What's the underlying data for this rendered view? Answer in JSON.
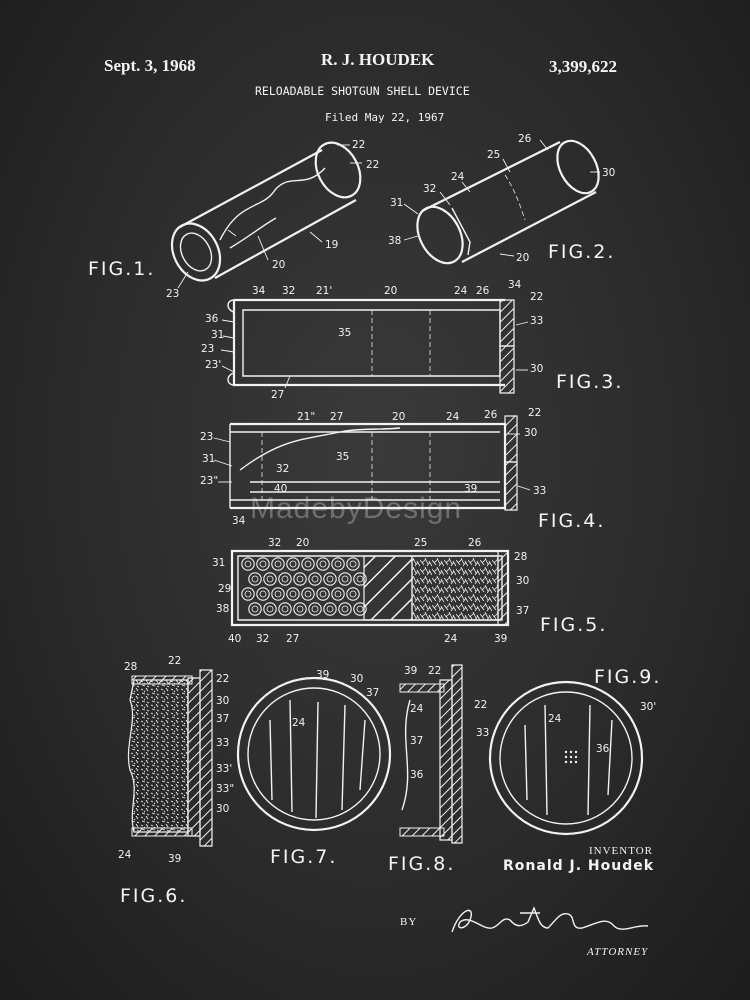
{
  "header": {
    "date": "Sept. 3, 1968",
    "inventor_name": "R. J. HOUDEK",
    "patent_number": "3,399,622",
    "title": "RELOADABLE SHOTGUN SHELL DEVICE",
    "filed": "Filed May 22, 1967"
  },
  "figures": {
    "fig1": "FIG.1.",
    "fig2": "FIG.2.",
    "fig3": "FIG.3.",
    "fig4": "FIG.4.",
    "fig5": "FIG.5.",
    "fig6": "FIG.6.",
    "fig7": "FIG.7.",
    "fig8": "FIG.8.",
    "fig9": "FIG.9."
  },
  "reference_numerals": {
    "fig1": [
      "22",
      "22",
      "19",
      "20",
      "23"
    ],
    "fig2": [
      "26",
      "25",
      "24",
      "32",
      "30",
      "31",
      "38",
      "20"
    ],
    "fig3": [
      "34",
      "32",
      "21'",
      "20",
      "24",
      "26",
      "34",
      "22",
      "36",
      "31",
      "35",
      "33",
      "23",
      "23'",
      "27",
      "30"
    ],
    "fig4": [
      "21\"",
      "27",
      "20",
      "24",
      "26",
      "22",
      "23",
      "30",
      "31",
      "35",
      "32",
      "40",
      "23\"",
      "39",
      "33",
      "34"
    ],
    "fig5": [
      "32",
      "20",
      "25",
      "26",
      "28",
      "31",
      "30",
      "29",
      "38",
      "37",
      "40",
      "32",
      "27",
      "24",
      "39"
    ],
    "fig6": [
      "28",
      "22",
      "22",
      "30",
      "37",
      "33",
      "33'",
      "33\"",
      "30",
      "24",
      "39"
    ],
    "fig7": [
      "39",
      "30",
      "37",
      "24"
    ],
    "fig8": [
      "39",
      "22",
      "22",
      "24",
      "33",
      "37",
      "36"
    ],
    "fig9": [
      "24",
      "30'",
      "36"
    ]
  },
  "signature_block": {
    "inventor_role": "INVENTOR",
    "inventor_full": "Ronald J. Houdek",
    "by": "BY",
    "attorney_role": "ATTORNEY",
    "attorney_signature": "Robert E. Kilroe"
  },
  "watermark": "MadebyDesign"
}
